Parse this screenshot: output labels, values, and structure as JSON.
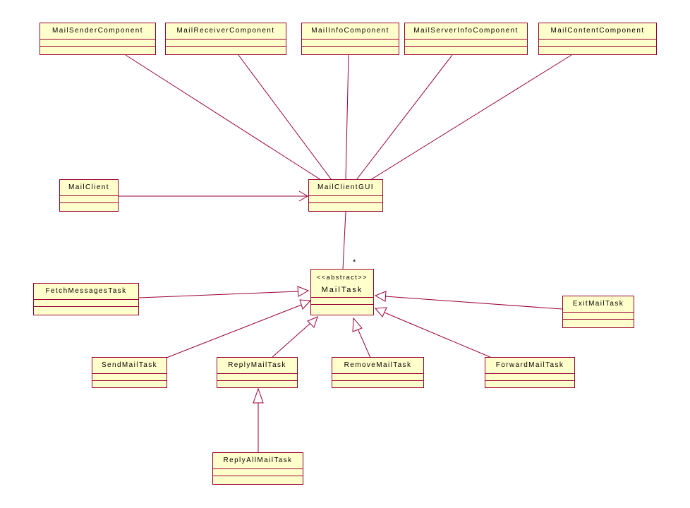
{
  "classes": {
    "mail_sender_component": "MailSenderComponent",
    "mail_receiver_component": "MailReceiverComponent",
    "mail_info_component": "MailInfoComponent",
    "mail_server_info_component": "MailServerInfoComponent",
    "mail_content_component": "MailContentComponent",
    "mail_client": "MailClient",
    "mail_client_gui": "MailClientGUI",
    "mail_task_stereotype": "<<abstract>>",
    "mail_task": "MailTask",
    "fetch_messages_task": "FetchMessagesTask",
    "exit_mail_task": "ExitMailTask",
    "send_mail_task": "SendMailTask",
    "reply_mail_task": "ReplyMailTask",
    "remove_mail_task": "RemoveMailTask",
    "forward_mail_task": "ForwardMailTask",
    "reply_all_mail_task": "ReplyAllMailTask"
  },
  "multiplicity": {
    "gui_to_task": "*"
  },
  "colors": {
    "line": "#990033",
    "fill": "#ffffcc",
    "background": "#ffffff"
  }
}
